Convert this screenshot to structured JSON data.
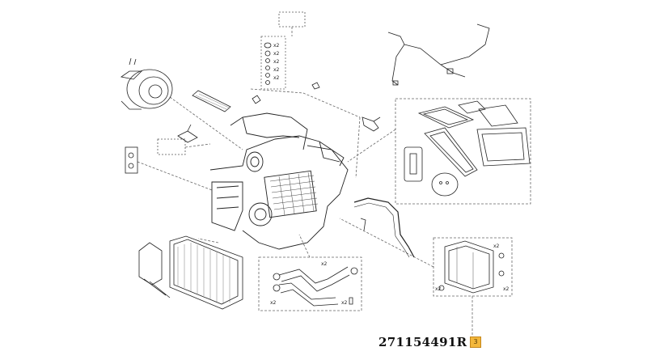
{
  "part_number": "271154491R",
  "callout_number": "3",
  "quantity_labels": {
    "fastener_stack": [
      "x2",
      "x2",
      "x2",
      "x2",
      "x2"
    ],
    "hose_kit": [
      "x2",
      "x2",
      "x2"
    ],
    "heater_core_kit": [
      "x2",
      "x2",
      "x2"
    ]
  }
}
